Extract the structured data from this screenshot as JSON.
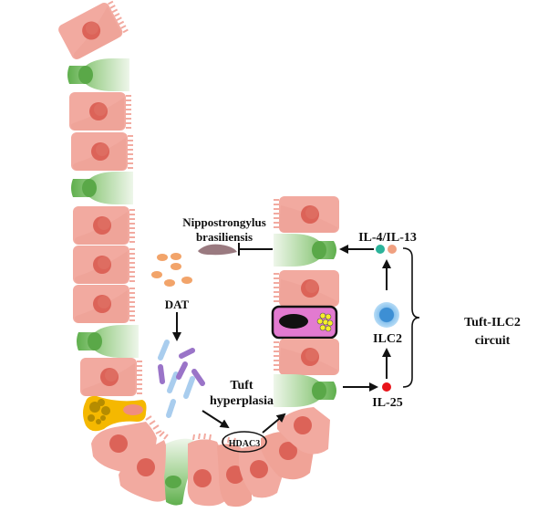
{
  "labels": {
    "pathogen_line1": "Nippostrongylus",
    "pathogen_line2": "brasiliensis",
    "metabolite": "DAT",
    "tuft_line1": "Tuft",
    "tuft_line2": "hyperplasia",
    "enzyme": "HDAC3",
    "cytokines_top": "IL-4/IL-13",
    "ilc": "ILC2",
    "cytokine_bottom": "IL-25",
    "circuit_line1": "Tuft-ILC2",
    "circuit_line2": "circuit"
  },
  "colors": {
    "enterocyte": "#f2aaa0",
    "enterocyte_nucleus": "#dc6358",
    "tuft_cell": "#7cc06a",
    "goblet_cell": "#e27ad0",
    "paneth_cell": "#f5b800",
    "il4": "#2bb39a",
    "il13": "#f0a080",
    "il25": "#e8141a",
    "ilc2": "#4a9ad8",
    "worm": "#9a7a80",
    "dat_particles": "#f2a46a",
    "bacteria_blue": "#a9cdee",
    "bacteria_purple": "#9a74c8"
  }
}
